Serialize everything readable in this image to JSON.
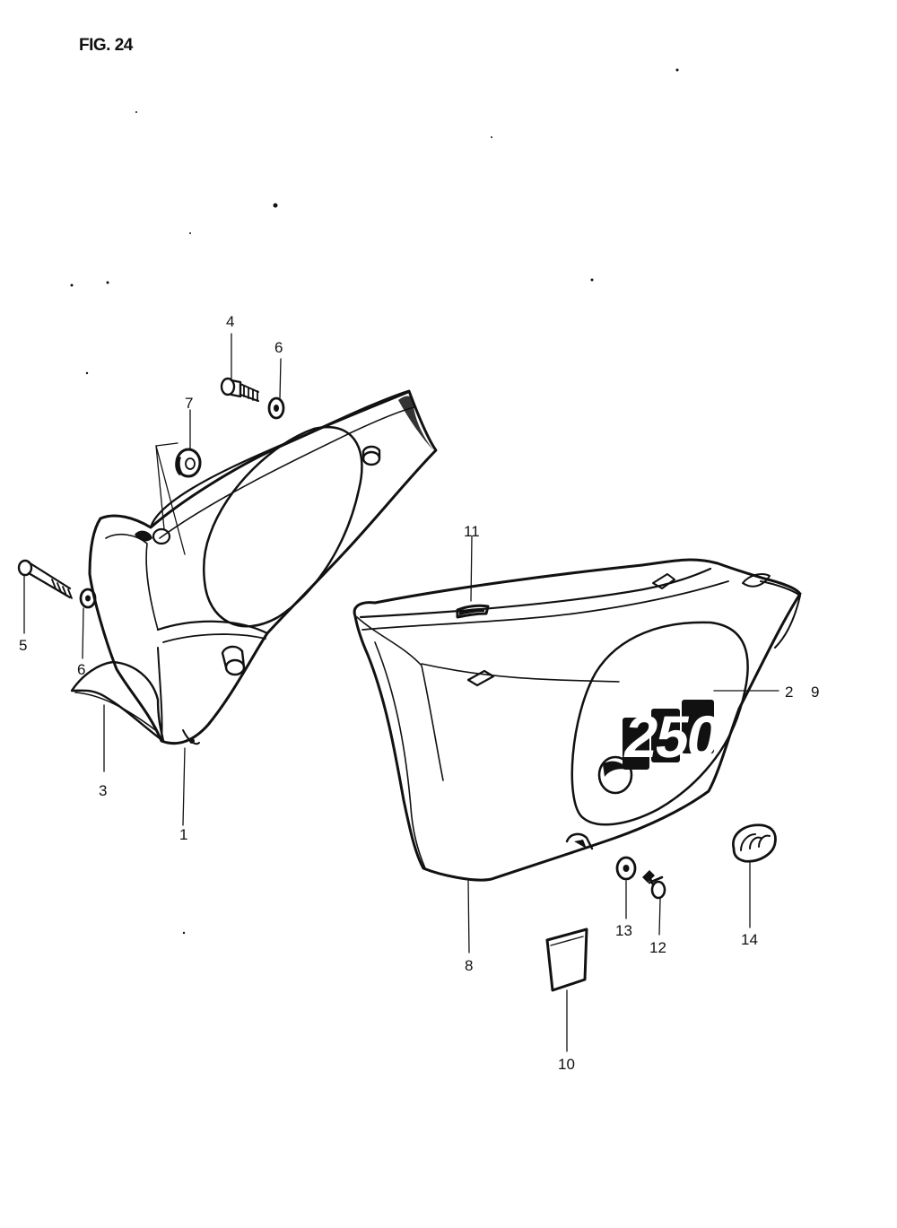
{
  "figure": {
    "title": "FIG. 24",
    "logo_text": "250"
  },
  "callouts": [
    {
      "id": "c1",
      "label": "1"
    },
    {
      "id": "c2",
      "label": "2"
    },
    {
      "id": "c3",
      "label": "3"
    },
    {
      "id": "c4",
      "label": "4"
    },
    {
      "id": "c5",
      "label": "5"
    },
    {
      "id": "c6a",
      "label": "6"
    },
    {
      "id": "c6b",
      "label": "6"
    },
    {
      "id": "c7",
      "label": "7"
    },
    {
      "id": "c8",
      "label": "8"
    },
    {
      "id": "c9",
      "label": "9"
    },
    {
      "id": "c10",
      "label": "10"
    },
    {
      "id": "c11",
      "label": "11"
    },
    {
      "id": "c12",
      "label": "12"
    },
    {
      "id": "c13",
      "label": "13"
    },
    {
      "id": "c14",
      "label": "14"
    }
  ],
  "colors": {
    "ink": "#111111",
    "paper": "#ffffff"
  }
}
